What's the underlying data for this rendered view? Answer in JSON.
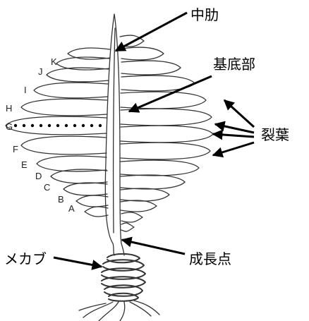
{
  "labels": {
    "midrib": "中肋",
    "base": "基底部",
    "lobes": "裂葉",
    "holdfast": "メカブ",
    "growth_point": "成長点"
  },
  "lobe_letters": [
    "A",
    "B",
    "C",
    "D",
    "E",
    "F",
    "G",
    "H",
    "I",
    "J",
    "K"
  ]
}
